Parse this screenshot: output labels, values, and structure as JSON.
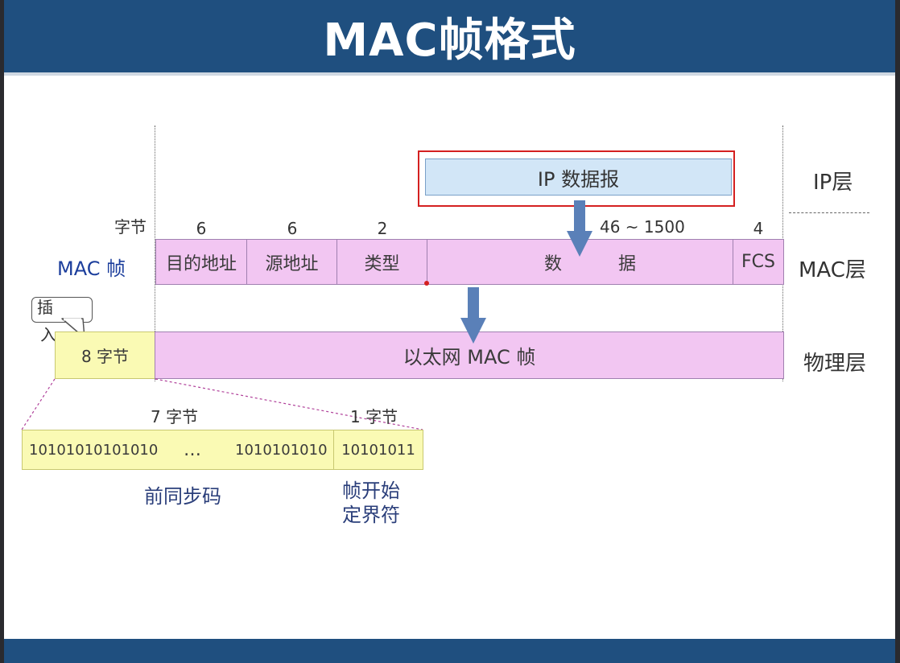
{
  "title": "MAC帧格式",
  "layers": {
    "ip": "IP层",
    "mac": "MAC层",
    "phy": "物理层"
  },
  "ip_datagram": "IP 数据报",
  "mac_frame_label": "MAC 帧",
  "byte_unit": "字节",
  "field_sizes": {
    "dst": "6",
    "src": "6",
    "type": "2",
    "data": "46 ~ 1500",
    "fcs": "4"
  },
  "fields": {
    "dst": "目的地址",
    "src": "源地址",
    "type": "类型",
    "data1": "数",
    "data2": "据",
    "fcs": "FCS"
  },
  "insert_callout": {
    "line1": "插",
    "line2": "入"
  },
  "preamble_box": "8 字节",
  "ethernet_frame": "以太网 MAC 帧",
  "preamble_sizes": {
    "seven": "7 字节",
    "one": "1 字节"
  },
  "preamble_bits": {
    "start": "10101010101010",
    "ellipsis": "…",
    "end": "1010101010",
    "sfd": "10101011"
  },
  "labels": {
    "preamble": "前同步码",
    "sfd_line1": "帧开始",
    "sfd_line2": "定界符"
  },
  "colors": {
    "title_bar": "#1f4f7f",
    "frame_fill": "#f2c6f2",
    "preamble_fill": "#fafab4",
    "ip_fill": "#d2e6f7",
    "ip_outline": "#d42020",
    "arrow": "#5a80b8",
    "mac_label": "#1c3e9c"
  }
}
